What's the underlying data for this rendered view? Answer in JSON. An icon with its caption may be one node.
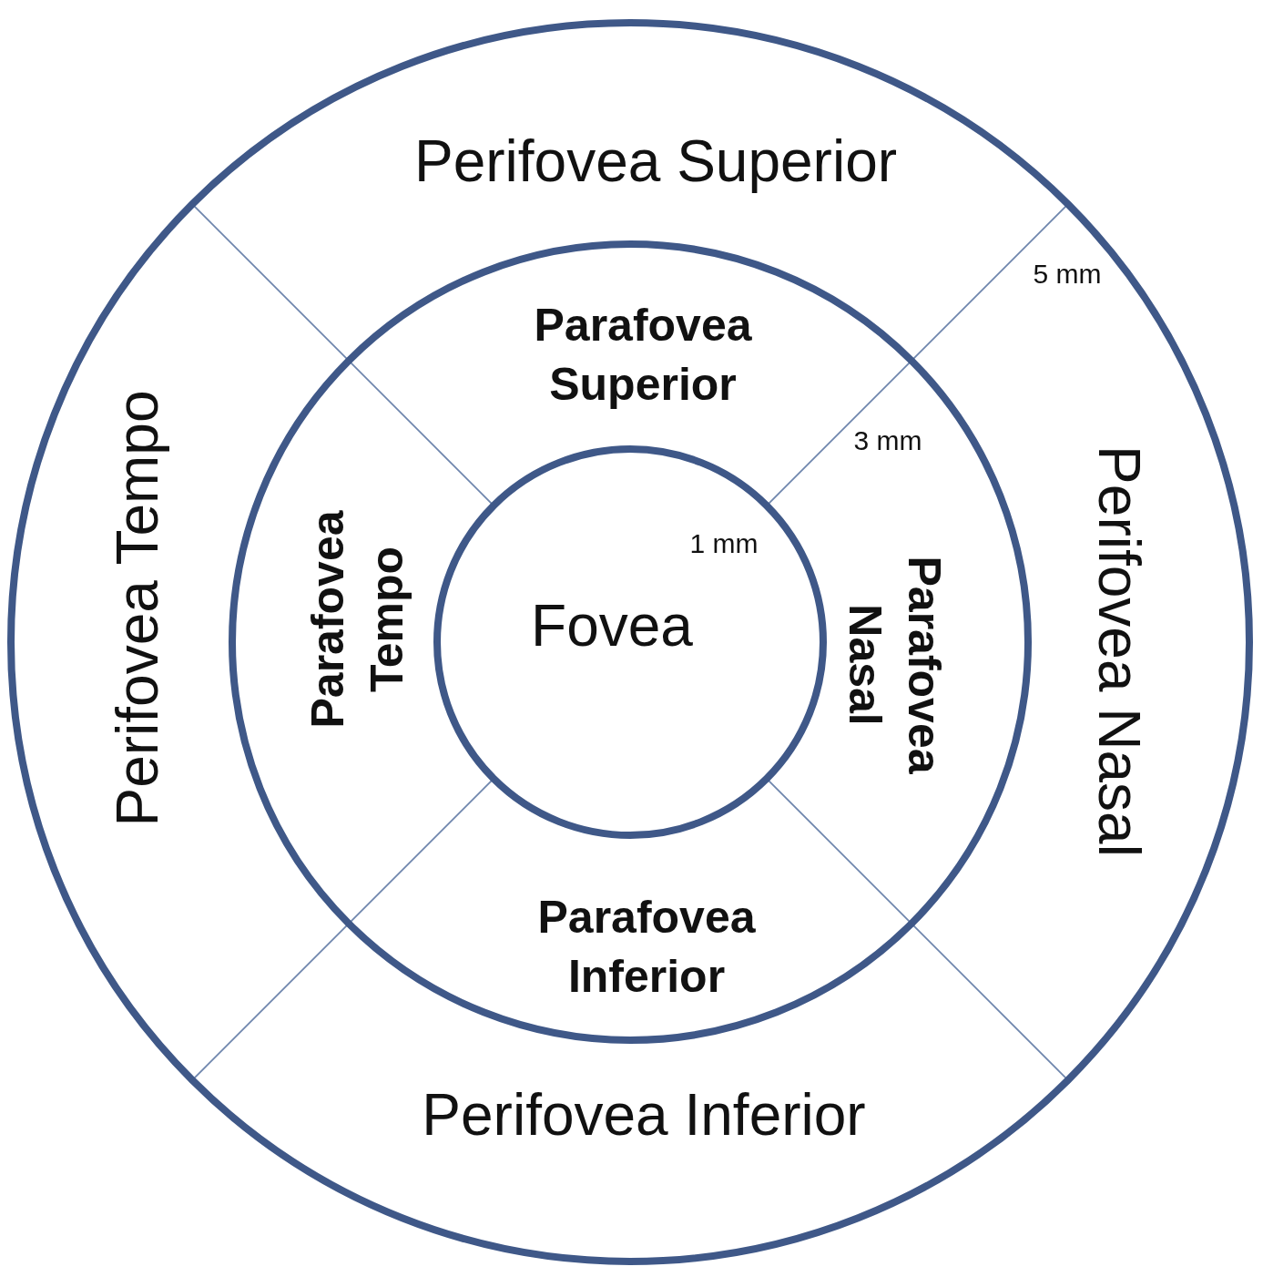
{
  "diagram": {
    "nodes": [
      {
        "text": [
          "Perifovea Superior"
        ]
      },
      {
        "text": [
          "Perifovea Tempo"
        ]
      },
      {
        "text": [
          "Perifovea Nasal"
        ]
      },
      {
        "text": [
          "Parafovea Superior"
        ]
      },
      {
        "text": [
          "Parafovea Tempo"
        ]
      },
      {
        "text": [
          "Fovea"
        ]
      },
      {
        "text": [
          "Parafovea Nasal"
        ]
      },
      {
        "text": [
          "Parafovea Inferior"
        ]
      },
      {
        "text": [
          "Perifovea Inferior"
        ]
      }
    ],
    "labels": [
      "5 mm",
      "3 mm",
      "1 mm"
    ]
  }
}
